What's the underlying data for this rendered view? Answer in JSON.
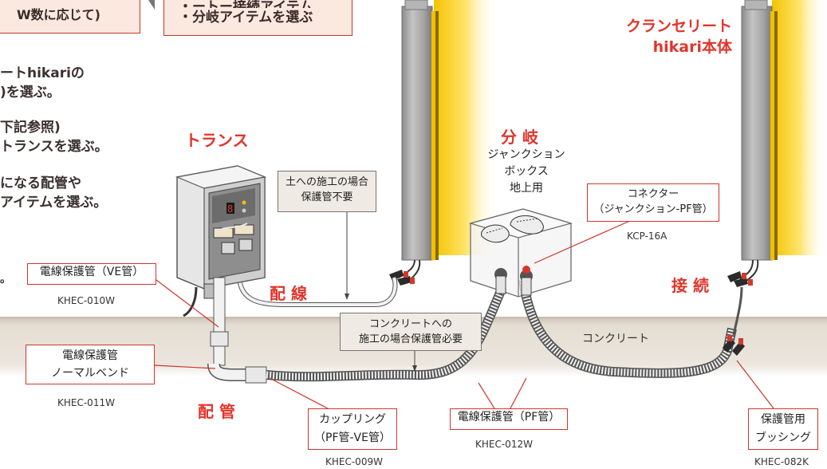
{
  "top_left_box": "W数に応じて)",
  "top_right_box": {
    "line1": "・ートー接続アイテム",
    "line2": "・分岐アイテムを選ぶ"
  },
  "steps": {
    "line1": "ートhikariの",
    "line2": ")を選ぶ。",
    "line3": "下記参照)",
    "line4": "トランスを選ぶ。",
    "line5": "になる配管や",
    "line6": "アイテムを選ぶ。",
    "line7": "。"
  },
  "labels": {
    "transformer": "トランス",
    "wiring": "配 線",
    "piping": "配 管",
    "branch": "分 岐",
    "junction_line1": "ジャンクション",
    "junction_line2": "ボックス",
    "junction_line3": "地上用",
    "connection": "接 続",
    "crancelit_line1": "クランセリート",
    "crancelit_line2": "hikari本体",
    "concrete": "コンクリート"
  },
  "notes": {
    "soil_line1": "土への施工の場合",
    "soil_line2": "保護管不要",
    "concrete_line1": "コンクリートへの",
    "concrete_line2": "施工の場合保護管必要"
  },
  "parts": {
    "connector": {
      "line1": "コネクター",
      "line2": "（ジャンクション-PF管）",
      "code": "KCP-16A"
    },
    "ve_pipe": {
      "label": "電線保護管（VE管）",
      "code": "KHEC-010W"
    },
    "normal_bend": {
      "line1": "電線保護管",
      "line2": "ノーマルベンド",
      "code": "KHEC-011W"
    },
    "coupling": {
      "line1": "カップリング",
      "line2": "（PF管-VE管）",
      "code": "KHEC-009W"
    },
    "pf_pipe": {
      "label": "電線保護管（PF管）",
      "code": "KHEC-012W"
    },
    "bushing": {
      "line1": "保護管用",
      "line2": "ブッシング",
      "code": "KHEC-082K"
    }
  },
  "transformer_panel": {
    "digit": "8"
  },
  "colors": {
    "accent_red": "#e0352b",
    "box_fill": "#fbe9e0",
    "ground": "#d8d0c4",
    "light_yellow": "#f5c400"
  }
}
